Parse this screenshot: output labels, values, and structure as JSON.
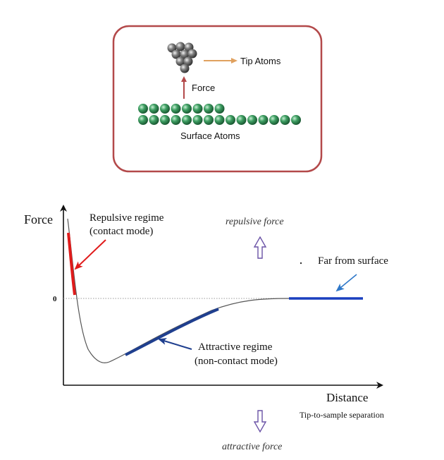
{
  "inset": {
    "tip_label": "Tip Atoms",
    "force_label": "Force",
    "surface_label": "Surface Atoms"
  },
  "graph": {
    "y_axis_label": "Force",
    "zero_label": "0",
    "x_axis_label": "Distance",
    "x_axis_sublabel": "Tip-to-sample separation",
    "repulsive_regime_line1": "Repulsive regime",
    "repulsive_regime_line2": "(contact mode)",
    "attractive_regime_line1": "Attractive regime",
    "attractive_regime_line2": "(non-contact mode)",
    "far_label": "Far from surface",
    "repulsive_force_label": "repulsive force",
    "attractive_force_label": "attractive force"
  },
  "colors": {
    "box_border": "#b3494a",
    "force_arrow": "#b3494a",
    "tip_arrow": "#e0a15f",
    "repulsive_highlight": "#e01b1b",
    "attractive_highlight": "#1f3f8f",
    "far_highlight": "#1a3fbf",
    "callout_arrow": "#2f78c9",
    "hollow_arrow": "#6a52a6",
    "curve": "#555555",
    "atom_green": "#2f8f55",
    "atom_gray": "#6a6a6a"
  }
}
